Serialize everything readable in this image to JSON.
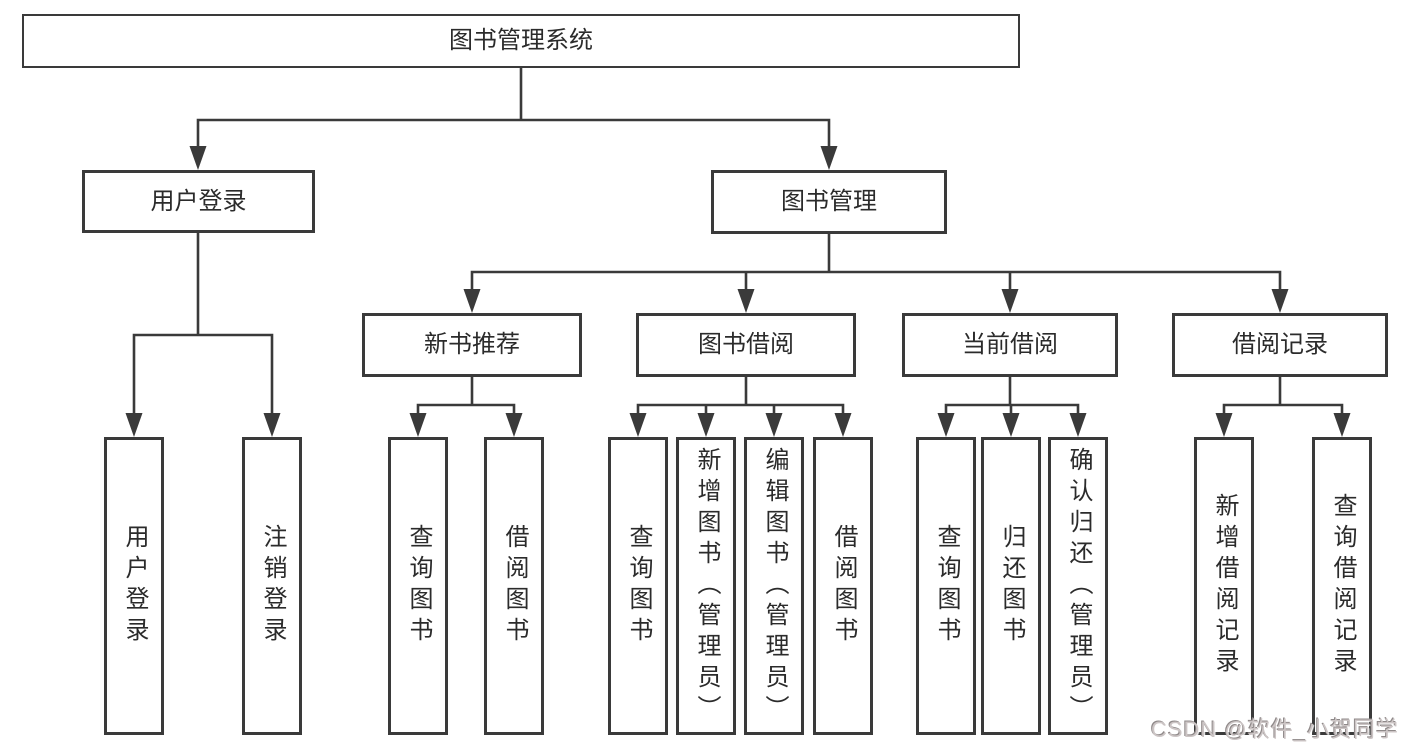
{
  "diagram": {
    "root": {
      "label": "图书管理系统"
    },
    "branches": [
      {
        "label": "用户登录",
        "children": [
          "用户登录",
          "注销登录"
        ]
      },
      {
        "label": "图书管理",
        "sections": [
          {
            "label": "新书推荐",
            "children": [
              "查询图书",
              "借阅图书"
            ]
          },
          {
            "label": "图书借阅",
            "children": [
              "查询图书",
              "新增图书（管理员）",
              "编辑图书（管理员）",
              "借阅图书"
            ]
          },
          {
            "label": "当前借阅",
            "children": [
              "查询图书",
              "归还图书",
              "确认归还（管理员）"
            ]
          },
          {
            "label": "借阅记录",
            "children": [
              "新增借阅记录",
              "查询借阅记录"
            ]
          }
        ]
      }
    ]
  },
  "watermark": {
    "text": "CSDN @软件_小贺同学"
  },
  "colors": {
    "line": "#3a3a3a",
    "box_border": "#3a3a3a",
    "text": "#2b2b2b",
    "background": "#ffffff",
    "watermark": "#ccc5c5"
  }
}
